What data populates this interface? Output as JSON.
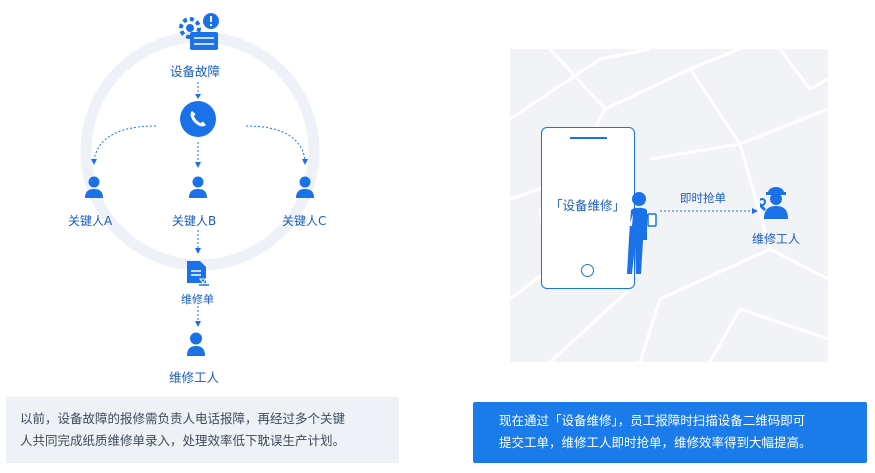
{
  "left": {
    "fault_label": "设备故障",
    "persons": [
      {
        "label": "关键人A"
      },
      {
        "label": "关键人B"
      },
      {
        "label": "关键人C"
      }
    ],
    "form_label": "维修单",
    "worker_label": "维修工人",
    "caption_lines": [
      "以前，设备故障的报修需负责人电话报障，再经过多个关键",
      "人共同完成纸质维修单录入，处理效率低下耽误生产计划。"
    ]
  },
  "right": {
    "phone_app_label": "「设备维修」",
    "grab_order_label": "即时抢单",
    "worker_label": "维修工人",
    "caption_lines": [
      "现在通过「设备维修」，员工报障时扫描设备二维码即可",
      "提交工单，维修工人即时抢单，维修效率得到大幅提高。"
    ]
  },
  "colors": {
    "primary": "#1b72e8",
    "ring": "#eef2f8",
    "caption_left_bg": "#eef2f6",
    "caption_right_bg": "#1b7bea",
    "map_bg": "#f1f3f6"
  },
  "icons": {
    "fault": "server-alert-icon",
    "phone": "phone-call-icon",
    "person": "person-icon",
    "form": "document-icon",
    "worker": "worker-helmet-wrench-icon"
  }
}
